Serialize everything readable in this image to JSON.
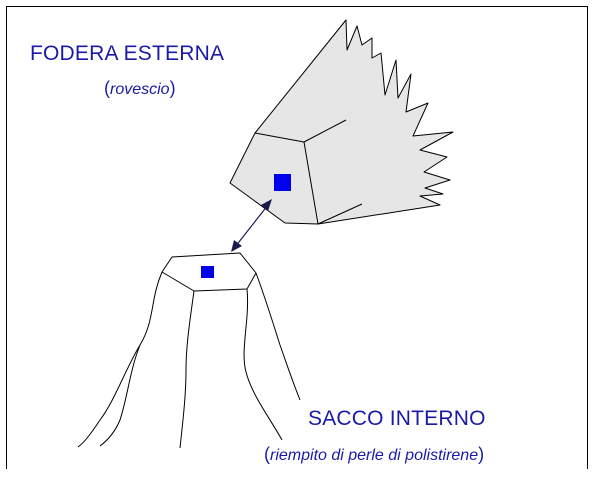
{
  "outer_cover": {
    "title": "FODERA ESTERNA",
    "subtitle_open": "(",
    "subtitle_text": "rovescio",
    "subtitle_close": ")"
  },
  "inner_bag": {
    "title": "SACCO INTERNO",
    "subtitle_open": "(",
    "subtitle_text": "riempito di perle di polistirene",
    "subtitle_close": ")"
  },
  "colors": {
    "label_text": "#1a1aa6",
    "marker": "#0000ee",
    "cover_fill": "#e6e6e6",
    "outline": "#000000"
  }
}
